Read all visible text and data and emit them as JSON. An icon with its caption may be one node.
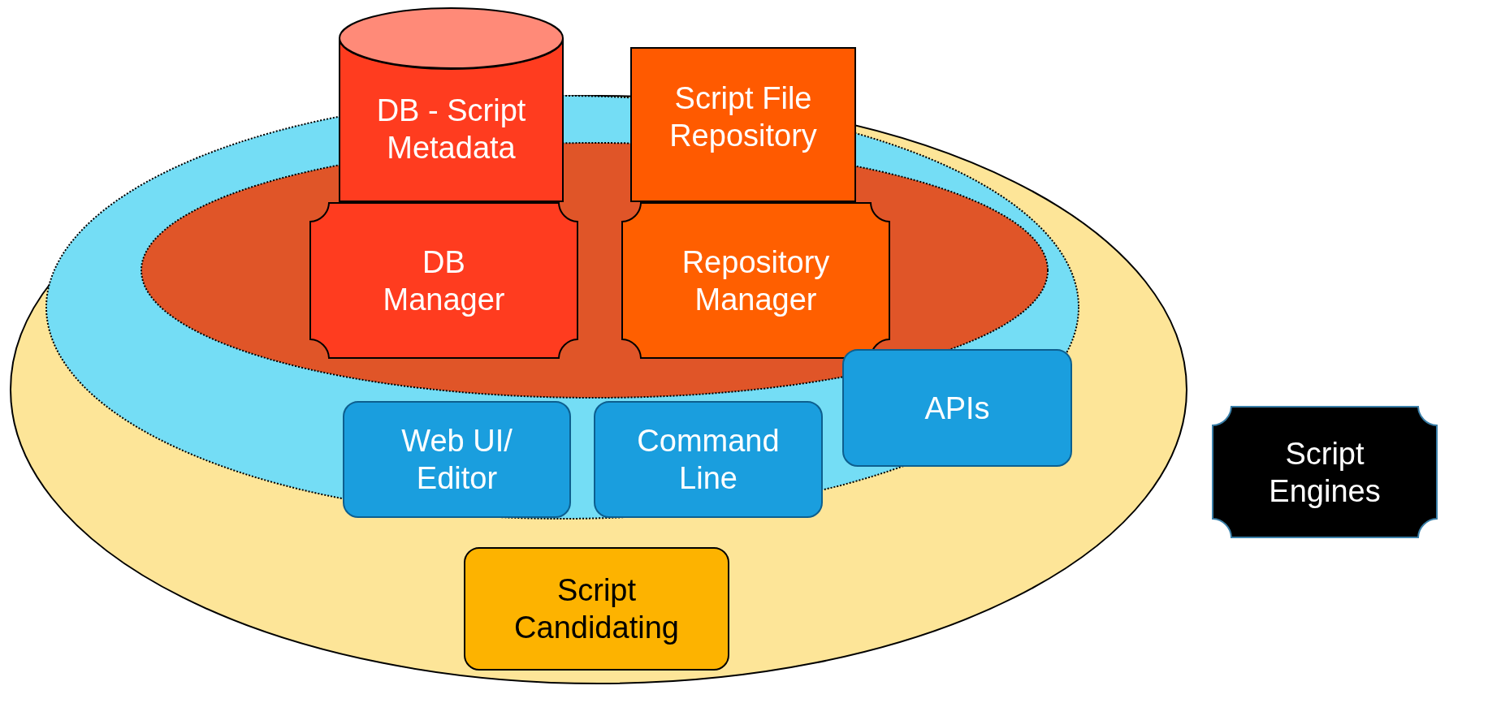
{
  "diagram": {
    "nodes": [
      {
        "text": [],
        "shape": "ellipse"
      },
      {
        "text": [],
        "shape": "ellipse",
        "in": 0
      },
      {
        "text": [],
        "shape": "ellipse",
        "in": 1
      },
      {
        "text": [
          "DB - Script Metadata"
        ]
      },
      {
        "text": [
          "Script File Repository"
        ]
      },
      {
        "text": [
          "DB Manager"
        ],
        "in": 2
      },
      {
        "text": [
          "Repository Manager"
        ],
        "in": 2
      },
      {
        "text": [
          "APIs"
        ],
        "in": 1
      },
      {
        "text": [
          "Web UI/ Editor"
        ],
        "in": 1
      },
      {
        "text": [
          "Command Line"
        ],
        "in": 1
      },
      {
        "text": [
          "Script Candidating"
        ],
        "in": 0
      },
      {
        "text": [
          "Script Engines"
        ]
      }
    ]
  }
}
